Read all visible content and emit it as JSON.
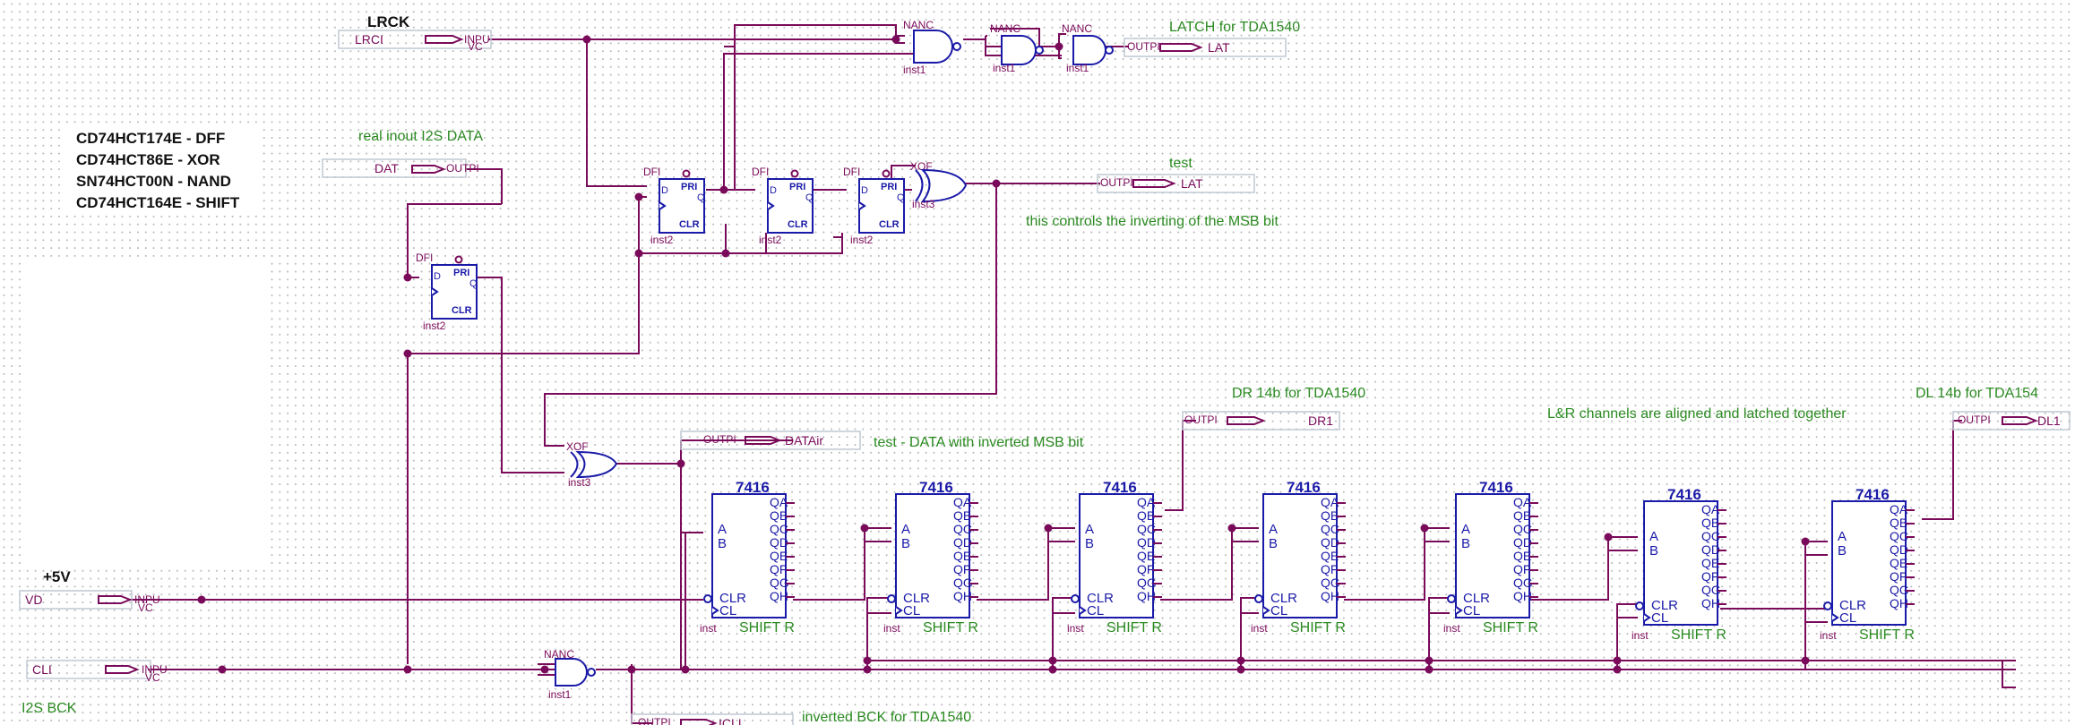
{
  "parts_legend": [
    "CD74HCT174E - DFF",
    "CD74HCT86E - XOR",
    "SN74HCT00N - NAND",
    "CD74HCT164E - SHIFT"
  ],
  "labels": {
    "lrck": "LRCK",
    "plus5v": "+5V",
    "i2s_bck": "I2S BCK",
    "latch": "LATCH for TDA1540",
    "real_input": "real inout I2S DATA",
    "test": "test",
    "msb_note": "this controls the inverting of the MSB bit",
    "dr": "DR 14b for TDA1540",
    "dl": "DL 14b for TDA154",
    "aligned": "L&R channels are aligned and latched together",
    "test_data": "test - DATA with inverted MSB bit",
    "inverted_bck": "inverted BCK for TDA1540"
  },
  "inputs": [
    {
      "name": "LRCI",
      "tag": "INPU",
      "sub": "VC"
    },
    {
      "name": "DAT",
      "tag": "OUTPI"
    },
    {
      "name": "VD",
      "tag": "INPU",
      "sub": "VC"
    },
    {
      "name": "CLI",
      "tag": "INPU",
      "sub": "VC"
    }
  ],
  "outputs": [
    {
      "tag": "OUTPI",
      "name": "LAT"
    },
    {
      "tag": "OUTPI",
      "name": "LAT"
    },
    {
      "tag": "OUTPI",
      "name": "DATAir"
    },
    {
      "tag": "OUTPI",
      "name": "DR1"
    },
    {
      "tag": "OUTPI",
      "name": "DL1"
    },
    {
      "tag": "OUTPI",
      "name": "ICLI"
    }
  ],
  "gates": {
    "nand": "NANC",
    "xor": "XOF",
    "inst_nand": "inst1",
    "inst_xor": "inst3",
    "inst_dff": "inst2",
    "inst_shift": "inst"
  },
  "dff_pins": {
    "type": "DFI",
    "d": "D",
    "pr": "PRI",
    "q": "Q",
    "clr": "CLR"
  },
  "shift_register": {
    "part": "7416",
    "footer": "SHIFT R",
    "in_a": "A",
    "in_b": "B",
    "clr": "CLR",
    "clk": "CL",
    "outputs": [
      "QA",
      "QB",
      "QC",
      "QD",
      "QE",
      "QF",
      "QG",
      "QH"
    ]
  },
  "colors": {
    "wire": "#7a0a5a",
    "symbol": "#1a1aa8",
    "note": "#2a8a20",
    "dots": "#b9b9b9"
  }
}
